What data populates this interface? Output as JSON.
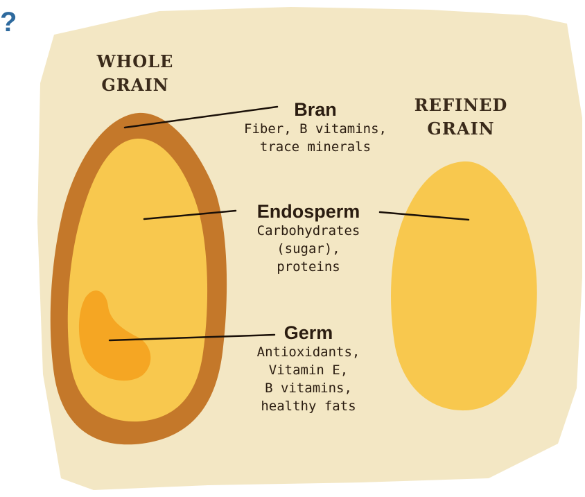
{
  "corner_mark": "?",
  "whole_grain": {
    "line1": "WHOLE",
    "line2": "GRAIN"
  },
  "refined_grain": {
    "line1": "REFINED",
    "line2": "GRAIN"
  },
  "parts": {
    "bran": {
      "name": "Bran",
      "desc": [
        "Fiber, B vitamins,",
        "trace minerals"
      ]
    },
    "endosperm": {
      "name": "Endosperm",
      "desc": [
        "Carbohydrates",
        "(sugar),",
        "proteins"
      ]
    },
    "germ": {
      "name": "Germ",
      "desc": [
        "Antioxidants,",
        "Vitamin E,",
        "B vitamins,",
        "healthy fats"
      ]
    }
  },
  "colors": {
    "background_card": "#f3e7c4",
    "bran": "#c4782a",
    "endosperm": "#f8c84e",
    "germ": "#f5a623",
    "refined": "#f8c84e",
    "text": "#2a1c10"
  }
}
